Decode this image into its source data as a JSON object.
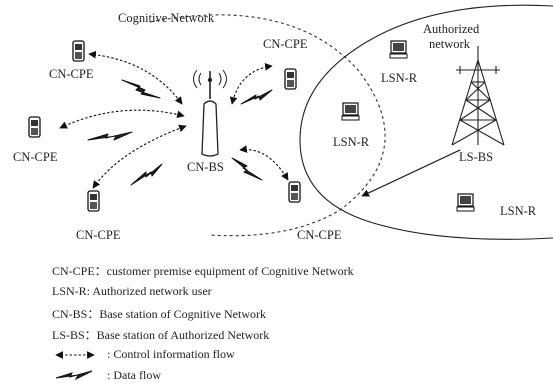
{
  "labels": {
    "cognitive_network": "Cognitive Network",
    "authorized_network_line1": "Authorized",
    "authorized_network_line2": "network",
    "cn_bs": "CN-BS",
    "ls_bs": "LS-BS",
    "cn_cpe": "CN-CPE",
    "lsn_r": "LSN-R"
  },
  "legend": {
    "cn_cpe": "CN-CPE：customer premise equipment  of Cognitive Network",
    "lsn_r": "LSN-R:    Authorized network user",
    "cn_bs": "CN-BS：Base station of Cognitive Network",
    "ls_bs": "LS-BS：Base station of Authorized Network",
    "control": ":     Control information flow",
    "data": ": Data flow"
  },
  "icons": {
    "phone": "mobile-phone-icon",
    "computer": "computer-terminal-icon",
    "base_station": "base-station-tower-icon",
    "lattice_tower": "lattice-tower-icon"
  }
}
